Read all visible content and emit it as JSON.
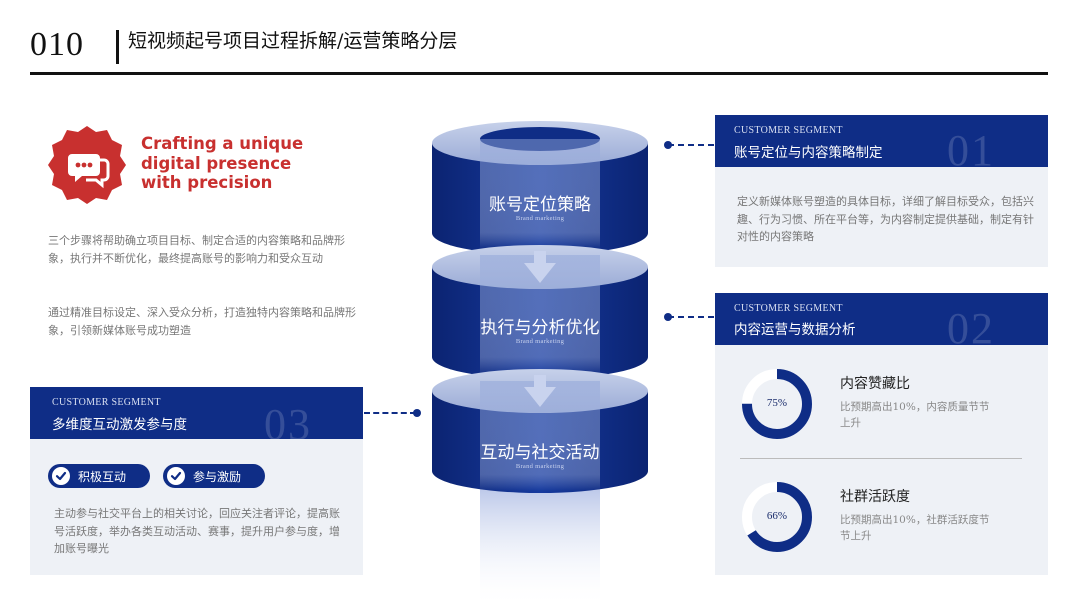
{
  "header": {
    "page_number": "010",
    "title": "短视频起号项目过程拆解/运营策略分层"
  },
  "intro": {
    "tagline_lines": [
      "Crafting a unique",
      "digital presence",
      "with precision"
    ],
    "paragraph1": "三个步骤将帮助确立项目目标、制定合适的内容策略和品牌形象，执行并不断优化，最终提高账号的影响力和受众互动",
    "paragraph2": "通过精准目标设定、深入受众分析，打造独特内容策略和品牌形象，引领新媒体账号成功塑造",
    "badge_icon": "chat-bubble-icon",
    "accent_color": "#c8302f"
  },
  "cylinders": [
    {
      "title": "账号定位策略",
      "subtitle": "Brand marketing"
    },
    {
      "title": "执行与分析优化",
      "subtitle": "Brand marketing"
    },
    {
      "title": "互动与社交活动",
      "subtitle": "Brand marketing"
    }
  ],
  "cards": {
    "one": {
      "label": "CUSTOMER SEGMENT",
      "title": "账号定位与内容策略制定",
      "number": "01",
      "body": "定义新媒体账号塑造的具体目标，详细了解目标受众，包括兴趣、行为习惯、所在平台等，为内容制定提供基础，制定有针对性的内容策略"
    },
    "two": {
      "label": "CUSTOMER SEGMENT",
      "title": "内容运营与数据分析",
      "number": "02",
      "metrics": [
        {
          "value_label": "75%",
          "fraction": 0.75,
          "title": "内容赞藏比",
          "desc": "比预期高出10%，内容质量节节上升"
        },
        {
          "value_label": "66%",
          "fraction": 0.66,
          "title": "社群活跃度",
          "desc": "比预期高出10%，社群活跃度节节上升"
        }
      ]
    },
    "three": {
      "label": "CUSTOMER SEGMENT",
      "title": "多维度互动激发参与度",
      "number": "03",
      "pills": [
        "积极互动",
        "参与激励"
      ],
      "body": "主动参与社交平台上的相关讨论，回应关注者评论，提高账号活跃度，举办各类互动活动、赛事，提升用户参与度，增加账号曝光"
    }
  },
  "colors": {
    "primary": "#0f2d86",
    "card_bg": "#eef1f6",
    "donut_track": "#ffffff"
  }
}
